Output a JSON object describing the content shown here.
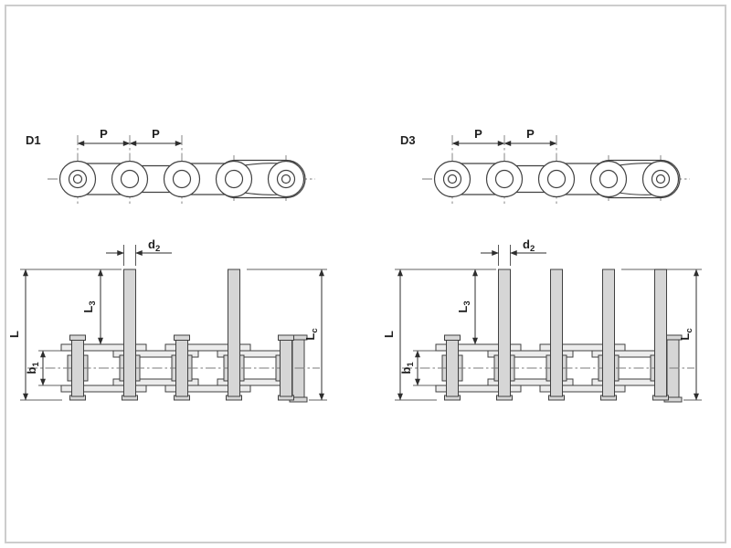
{
  "page": {
    "background": "#ffffff",
    "border_color": "#cdcdcd"
  },
  "diagrams": [
    {
      "label": "D1",
      "pitch1": "P",
      "pitch2": "P",
      "d2": {
        "main": "d",
        "sub": "2"
      },
      "l3": {
        "main": "L",
        "sub": "3"
      },
      "l": {
        "main": "L",
        "sub": ""
      },
      "b1": {
        "main": "b",
        "sub": "1"
      },
      "lc": {
        "main": "L",
        "sub": "c"
      }
    },
    {
      "label": "D3",
      "pitch1": "P",
      "pitch2": "P",
      "d2": {
        "main": "d",
        "sub": "2"
      },
      "l3": {
        "main": "L",
        "sub": "3"
      },
      "l": {
        "main": "L",
        "sub": ""
      },
      "b1": {
        "main": "b",
        "sub": "1"
      },
      "lc": {
        "main": "L",
        "sub": "c"
      }
    }
  ]
}
